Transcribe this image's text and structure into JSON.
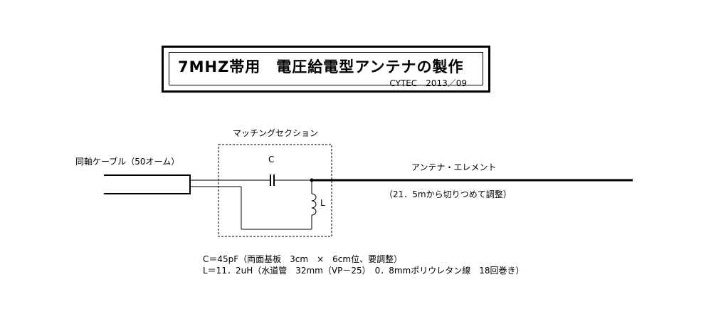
{
  "title": {
    "main": "7MHZ帯用　電圧給電型アンテナの製作",
    "sub": "CYTEC　2013／09"
  },
  "labels": {
    "matching_section": "マッチングセクション",
    "coax": "同軸ケーブル（50オーム）",
    "capacitor": "C",
    "inductor": "L",
    "element": "アンテナ・エレメント",
    "element_note": "（21．5mから切りつめて調整）"
  },
  "notes": {
    "line1": "C＝45pF（両面基板　3cm　×　6cm位、要調整）",
    "line2": "L＝11．2uH（水道管　32mm（VP－25）　0．8mmポリウレタン線　18回巻き）"
  }
}
